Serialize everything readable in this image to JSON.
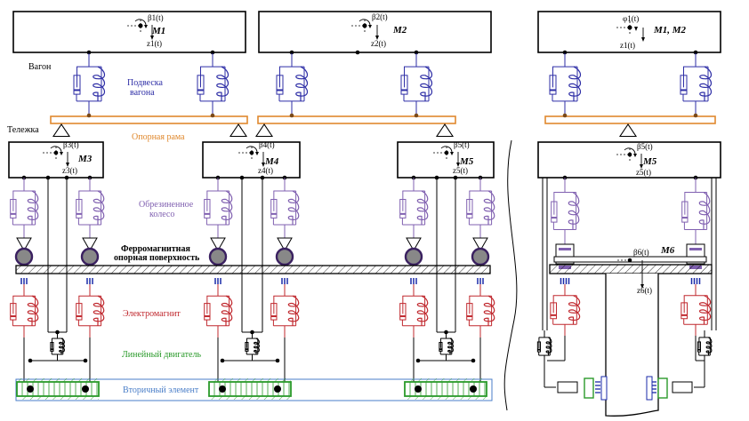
{
  "colors": {
    "car_suspension": "#2e2ea6",
    "support_frame": "#e0892e",
    "rubber_wheel": "#8060b0",
    "electromagnet": "#c0282e",
    "linear_motor": "#2a9a2a",
    "secondary_element": "#4a7ec8",
    "rail": "#000000",
    "pole_marks": "#1a2aa8"
  },
  "labels": {
    "car": "Вагон",
    "bogie": "Тележка",
    "car_suspension_line1": "Подвеска",
    "car_suspension_line2": "вагона",
    "support_frame": "Опорная рама",
    "rubber_wheel_line1": "Обрезиненное",
    "rubber_wheel_line2": "колесо",
    "rail_line1": "Ферромагнитная",
    "rail_line2": "опорная поверхность",
    "electromagnet": "Электромагнит",
    "linear_motor": "Линейный двигатель",
    "secondary_element": "Вторичный элемент"
  },
  "bodies": {
    "car1": {
      "mass": "M1",
      "angle": "β1(t)",
      "disp": "z1(t)"
    },
    "car2": {
      "mass": "M2",
      "angle": "β2(t)",
      "disp": "z2(t)"
    },
    "car_side": {
      "mass": "M1, M2",
      "angle": "φ1(t)",
      "disp": "z1(t)"
    },
    "bogie1": {
      "mass": "M3",
      "angle": "β3(t)",
      "disp": "z3(t)"
    },
    "bogie2": {
      "mass": "M4",
      "angle": "β4(t)",
      "disp": "z4(t)"
    },
    "bogie3": {
      "mass": "M5",
      "angle": "β5(t)",
      "disp": "z5(t)"
    },
    "bogie_side": {
      "mass": "M5",
      "angle": "β5(t)",
      "disp": "z5(t)"
    },
    "rail_side": {
      "mass": "M6",
      "angle": "β6(t)",
      "disp": "z6(t)"
    }
  }
}
